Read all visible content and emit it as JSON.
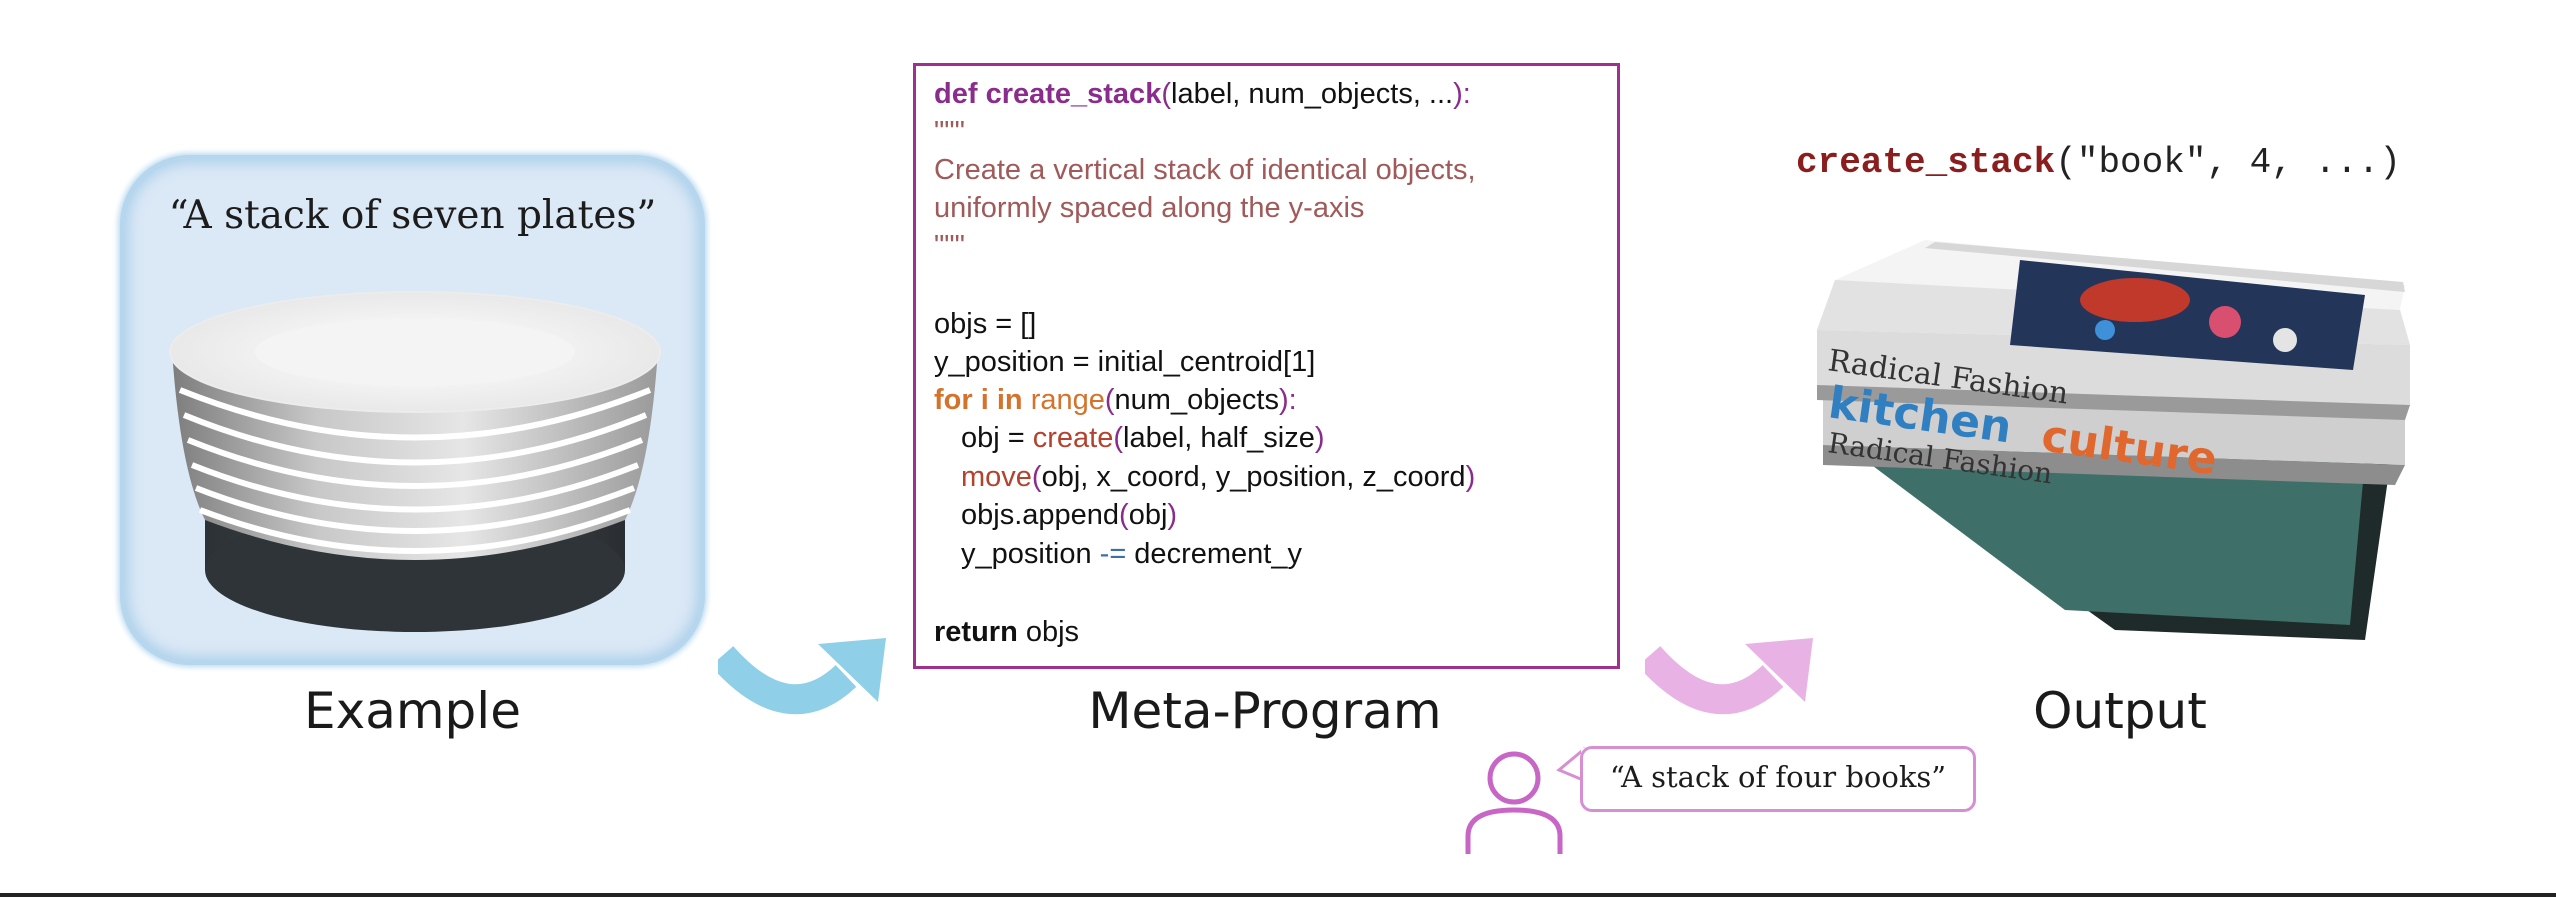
{
  "example": {
    "quote": "“A stack of seven plates”",
    "caption": "Example"
  },
  "meta_program": {
    "caption": "Meta-Program",
    "def_kw": "def",
    "fn_name": "create_stack",
    "params": "label, num_objects, ...",
    "paren_open": "(",
    "paren_close": "):",
    "doc_open": "\"\"\"",
    "doc_line1": "Create a vertical stack of identical objects,",
    "doc_line2": "uniformly spaced along the y-axis",
    "doc_close": "\"\"\"",
    "line_objs": "objs = []",
    "line_ypos": "y_position = initial_centroid[1]",
    "for_kw": "for",
    "for_var": " i ",
    "in_kw": "in",
    "range_fn": "range",
    "range_open": "(",
    "range_arg": "num_objects",
    "range_close": "):",
    "obj_assign": "obj = ",
    "create_fn": "create",
    "create_open": "(",
    "create_args": "label, half_size",
    "create_close": ")",
    "move_fn": "move",
    "move_open": "(",
    "move_args": "obj, x_coord, y_position, z_coord",
    "move_close": ")",
    "append_call": "objs.append",
    "append_open": "(",
    "append_arg": "obj",
    "append_close": ")",
    "ypos_lhs": "y_position ",
    "ypos_op": "-=",
    "ypos_rhs": " decrement_y",
    "return_kw": "return",
    "return_val": " objs"
  },
  "output": {
    "caption": "Output",
    "fn": "create_stack",
    "args": "(\"book\", 4, ...)",
    "book_titles": [
      "Radical Fashion",
      "kitchen",
      "culture",
      "Radical Fashion"
    ]
  },
  "user": {
    "bubble_text": "“A stack of four books”"
  },
  "colors": {
    "blue_arrow": "#8fcfe8",
    "pink_arrow": "#e8b3e4",
    "code_border": "#a0308f",
    "keyword": "#8a2c8c",
    "docstring": "#a05a5a"
  }
}
